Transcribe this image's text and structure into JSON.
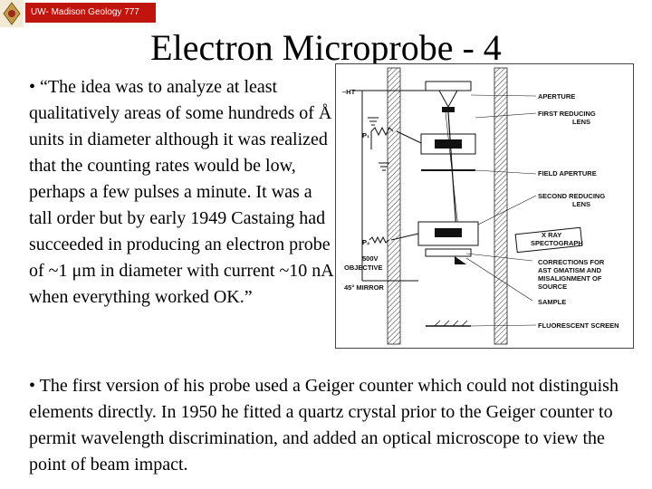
{
  "header": {
    "badge_text": "UW- Madison Geology  777",
    "title": "Electron Microprobe - 4"
  },
  "content": {
    "bullet1": "• “The idea was to analyze at least qualitatively areas of some hundreds of Å units in diameter although it was realized that the counting rates would be low, perhaps a few pulses a minute. It was a tall order but by early 1949 Castaing had succeeded in producing an electron probe of ~1 μm in diameter with  current ~10 nA when everything worked OK.”",
    "bullet2": "• The first version of his probe used a Geiger counter which could not distinguish elements directly. In 1950 he fitted a quartz crystal prior to the Geiger counter to permit wavelength discrimination, and added an optical microscope to view the point of beam impact."
  },
  "diagram": {
    "labels": {
      "ht": "–HT",
      "p1": "P₁",
      "p2": "P₂",
      "kv": "500V",
      "objective": "OBJECTIVE",
      "mirror": "45° MIRROR",
      "aperture": "APERTURE",
      "first_lens_1": "FIRST REDUCING",
      "first_lens_2": "LENS",
      "field_aperture": "FIELD APERTURE",
      "second_lens_1": "SECOND REDUCING",
      "second_lens_2": "LENS",
      "xray_1": "X RAY",
      "xray_2": "SPECTOGRAPH",
      "corr_1": "CORRECTIONS FOR",
      "corr_2": "AST GMATISM AND",
      "corr_3": "MISALIGNMENT OF",
      "corr_4": "SOURCE",
      "sample": "SAMPLE",
      "screen": "FLUORESCENT SCREEN"
    }
  }
}
